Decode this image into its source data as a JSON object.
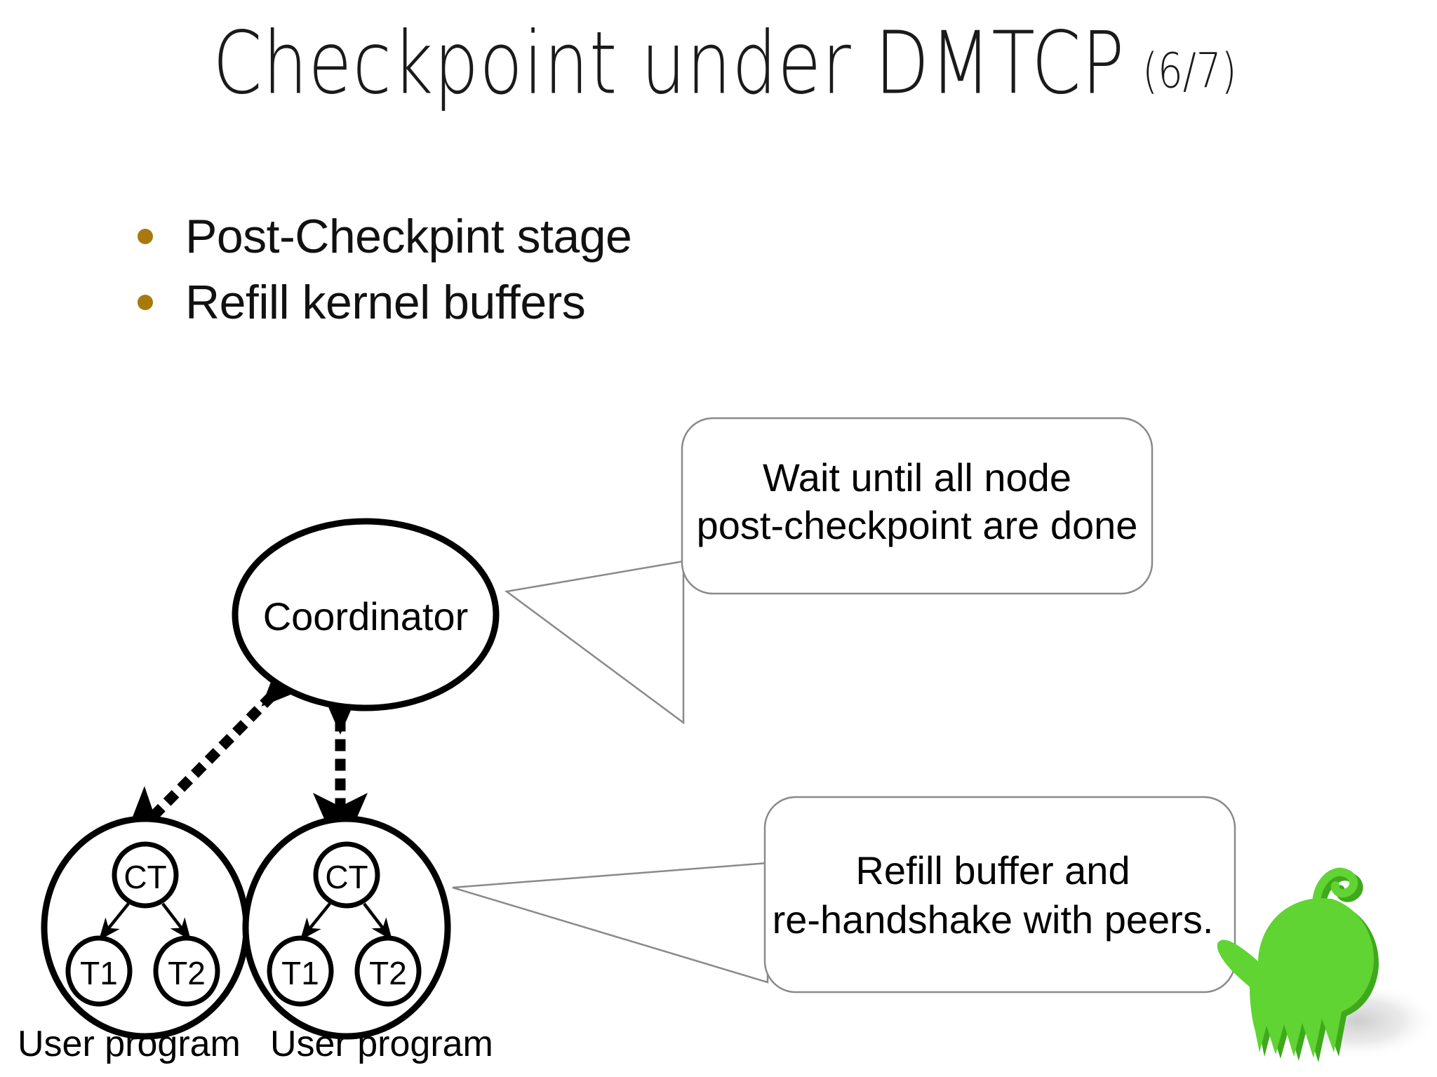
{
  "slide": {
    "title_main": "Checkpoint under DMTCP",
    "title_sub": "(6/7)",
    "background_color": "#ffffff"
  },
  "bullets": {
    "dot_color": "#a8790d",
    "items": [
      {
        "label": "Post-Checkpint stage"
      },
      {
        "label": "Refill kernel buffers"
      }
    ]
  },
  "diagram": {
    "coordinator": {
      "label": "Coordinator"
    },
    "programs": [
      {
        "caption": "User program",
        "nodes": {
          "ct": "CT",
          "t1": "T1",
          "t2": "T2"
        }
      },
      {
        "caption": "User program",
        "nodes": {
          "ct": "CT",
          "t1": "T1",
          "t2": "T2"
        }
      }
    ],
    "callouts": [
      {
        "name": "coordinator-callout",
        "line1": "Wait until all node",
        "line2": "post-checkpoint are done"
      },
      {
        "name": "program-callout",
        "line1": "Refill buffer and",
        "line2": "re-handshake with peers."
      }
    ],
    "stroke_colors": {
      "node_outline": "#000000",
      "callout_outline": "#8a8a8a",
      "arrow": "#000000"
    }
  },
  "mascot": {
    "name": "green-blob-mascot",
    "body_color": "#5fd432",
    "edge_color": "#3fa91c",
    "shadow_color": "#d9d9d9"
  }
}
